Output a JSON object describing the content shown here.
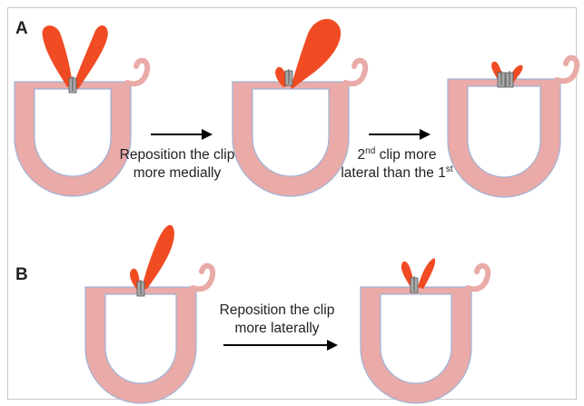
{
  "colors": {
    "valve": "#e9aaa8",
    "valve_edge": "#9fb3d6",
    "leaflet": "#f04b23",
    "clip": "#a9a9a9",
    "clip_dark": "#555555",
    "arrow": "#000000",
    "frame": "#c9c9c9"
  },
  "panels": [
    {
      "label": "A",
      "captions": [
        {
          "lines": [
            "Reposition the clip",
            "more medially"
          ]
        },
        {
          "lines": [
            [
              {
                "t": "2"
              },
              {
                "t": "nd",
                "sup": true
              },
              {
                "t": " clip more"
              }
            ],
            [
              {
                "t": "lateral than the 1"
              },
              {
                "t": "st",
                "sup": true
              }
            ]
          ]
        }
      ]
    },
    {
      "label": "B",
      "captions": [
        {
          "lines": [
            "Reposition the clip",
            "more laterally"
          ]
        }
      ]
    }
  ],
  "icons": [
    "valve-u-shape",
    "leaflet-flap",
    "mitral-clip",
    "right-arrow"
  ]
}
